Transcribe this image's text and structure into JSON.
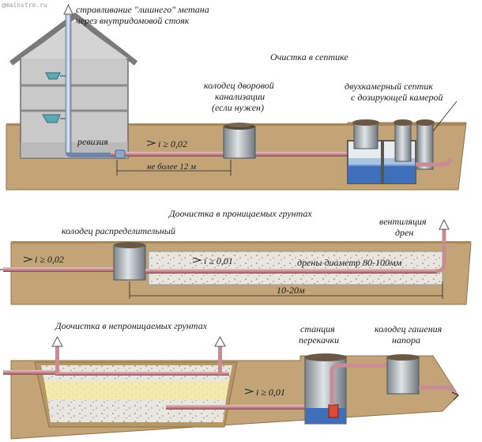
{
  "watermark": "@mainstro.ru",
  "colors": {
    "ground": "#b99a6c",
    "ground_dark": "#8f7148",
    "house_wall": "#bdbdbd",
    "roof": "#9c9c9c",
    "pipe": "#c98c92",
    "pipe_dark": "#8a4f55",
    "well": "#9aa3aa",
    "water": "#4a73b8",
    "gravel": "#e6e4dc",
    "sand": "#f2e7a6"
  },
  "top": {
    "methane_note_line1": "стравливание \"лишнего\" метана",
    "methane_note_line2": "через внутридомовой стояк",
    "section_title": "Очистка в септике",
    "revision_label": "ревизия",
    "slope_label": "i ≥ 0,02",
    "distance_label": "не более 12 м",
    "yard_well_line1": "колодец дворовой",
    "yard_well_line2": "канализации",
    "yard_well_line3": "(если нужен)",
    "septic_line1": "двухкамерный септик",
    "septic_line2": "с дозирующей камерой"
  },
  "middle": {
    "section_title": "Доочистка в проницаемых грунтах",
    "distribution_well": "колодец распределительный",
    "vent_line1": "вентиляция",
    "vent_line2": "дрен",
    "slope_in": "i ≥ 0,02",
    "slope_drain": "i ≥ 0,01",
    "drain_label": "дрены диаметр 80-100мм",
    "length_label": "10-20м"
  },
  "bottom": {
    "section_title": "Доочистка в непроницаемых грунтах",
    "slope_label": "i ≥ 0,01",
    "pump_line1": "станция",
    "pump_line2": "перекачки",
    "damper_line1": "колодец гашения",
    "damper_line2": "напора"
  }
}
